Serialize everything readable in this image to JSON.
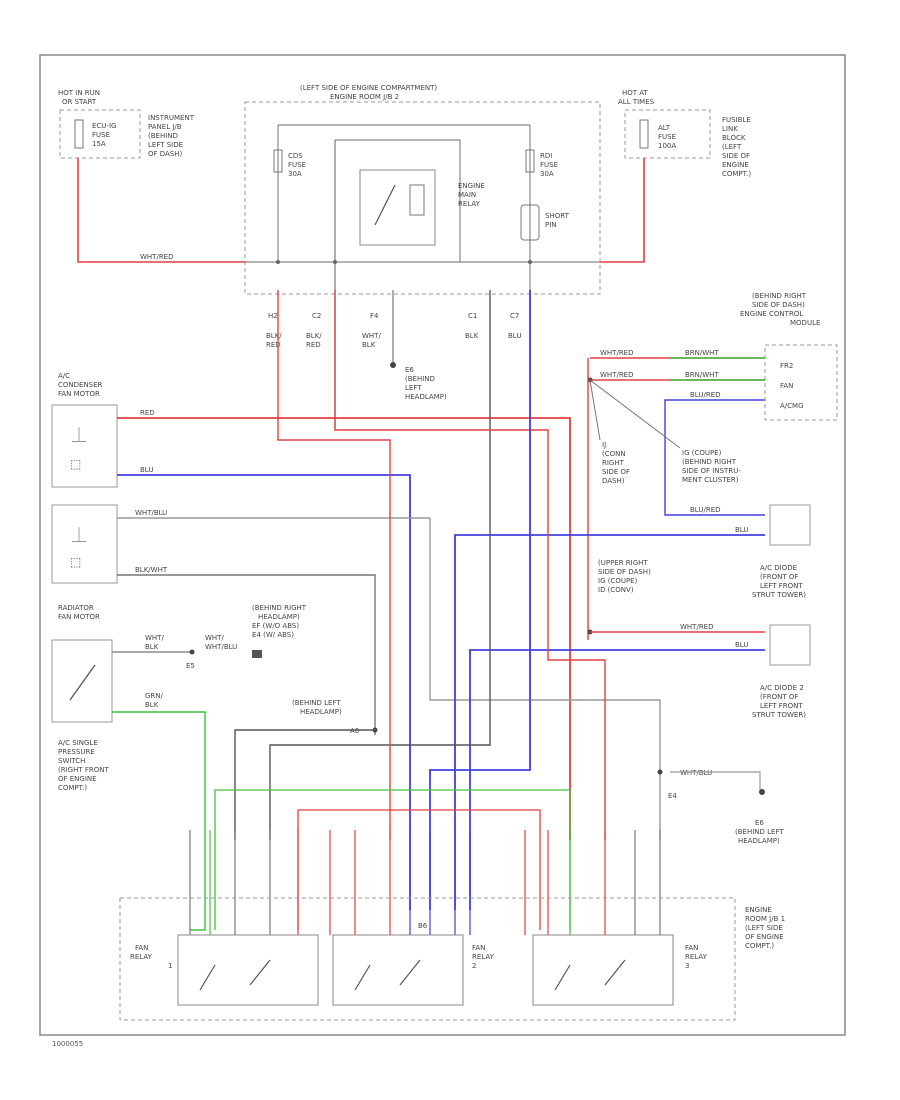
{
  "blocks": {
    "hot_run": [
      "HOT IN RUN",
      "OR START"
    ],
    "hot_at": [
      "HOT AT",
      "ALL TIMES"
    ],
    "ecu_fuse": [
      "ECU-IG",
      "FUSE",
      "15A"
    ],
    "inst_panel": [
      "INSTRUMENT",
      "PANEL J/B",
      "(BEHIND",
      "LEFT SIDE",
      "OF DASH)"
    ],
    "alt_fuse": [
      "ALT",
      "FUSE",
      "100A"
    ],
    "fusible_link": [
      "FUSIBLE",
      "LINK",
      "BLOCK",
      "(LEFT",
      "SIDE OF",
      "ENGINE",
      "COMPT.)"
    ],
    "engine_room_header": [
      "(LEFT SIDE OF ENGINE COMPARTMENT)",
      "ENGINE ROOM J/B 2"
    ],
    "cds_fuse": [
      "CDS",
      "FUSE",
      "30A"
    ],
    "rdi_fuse": [
      "RDI",
      "FUSE",
      "30A"
    ],
    "engine_main_relay": [
      "ENGINE",
      "MAIN",
      "RELAY"
    ],
    "short_pin": [
      "SHORT",
      "PIN"
    ],
    "ecm": [
      "(BEHIND RIGHT",
      "SIDE OF DASH)",
      "ENGINE CONTROL",
      "MODULE"
    ],
    "ecm_pins": [
      "FR2",
      "FAN",
      "A/CMG"
    ],
    "e6_top": [
      "E6",
      "(BEHIND",
      "LEFT",
      "HEADLAMP)"
    ],
    "ij_conn": [
      "IJ",
      "(CONN",
      "RIGHT",
      "SIDE OF",
      "DASH)"
    ],
    "ig_conn": [
      "IG (COUPE)",
      "(BEHIND RIGHT",
      "SIDE OF INSTRU-",
      "MENT CLUSTER)"
    ],
    "ac_condenser": [
      "A/C",
      "CONDENSER",
      "FAN MOTOR"
    ],
    "upper_right": [
      "(UPPER RIGHT",
      "SIDE OF DASH)",
      "IG   (COUPE)",
      "ID   (CONV)"
    ],
    "ac_diode1": [
      "A/C DIODE",
      "(FRONT OF",
      "LEFT FRONT",
      "STRUT TOWER)"
    ],
    "ac_diode2": [
      "A/C DIODE 2",
      "(FRONT OF",
      "LEFT FRONT",
      "STRUT TOWER)"
    ],
    "radiator_fan": [
      "RADIATOR",
      "FAN MOTOR"
    ],
    "behind_right_headlamp": [
      "(BEHIND RIGHT",
      "HEADLAMP)",
      "EF  (W/O ABS)",
      "E4  (W/ ABS)"
    ],
    "behind_left_headlamp": [
      "(BEHIND LEFT",
      "HEADLAMP)"
    ],
    "e5_label": "E5",
    "e4_label": "E4",
    "ac_switch": [
      "A/C SINGLE",
      "PRESSURE",
      "SWITCH",
      "(RIGHT FRONT",
      "OF ENGINE",
      "COMPT.)"
    ],
    "e6_bottom": [
      "E6",
      "(BEHIND LEFT",
      "HEADLAMP)"
    ],
    "engine_room_jb1": [
      "ENGINE",
      "ROOM J/B 1",
      "(LEFT SIDE",
      "OF ENGINE",
      "COMPT.)"
    ],
    "fan_relay_1": [
      "FAN",
      "RELAY",
      "1"
    ],
    "fan_relay_2": [
      "FAN",
      "RELAY",
      "2"
    ],
    "fan_relay_3": [
      "FAN",
      "RELAY",
      "3"
    ]
  },
  "wires": {
    "blk_red": [
      "BLK/",
      "RED"
    ],
    "wht_blk": [
      "WHT/",
      "BLK"
    ],
    "blk": "BLK",
    "blu": "BLU",
    "red": "RED",
    "wht_red": "WHT/RED",
    "brn_wht": "BRN/WHT",
    "wht_blu": "WHT/BLU",
    "blk_wht": "BLK/WHT",
    "blu_red": "BLU/RED",
    "grn_blk": [
      "GRN/",
      "BLK"
    ],
    "wht_blk2": [
      "WHT/",
      "BLK"
    ],
    "wht_blu_pair": [
      "WHT/",
      "BLU"
    ]
  },
  "pins": {
    "top_row": [
      "H2",
      "C2",
      "F4",
      "C1",
      "C7"
    ],
    "a6": "A6",
    "b6": "B6",
    "e4": "E4"
  },
  "ref_code": "1000055"
}
